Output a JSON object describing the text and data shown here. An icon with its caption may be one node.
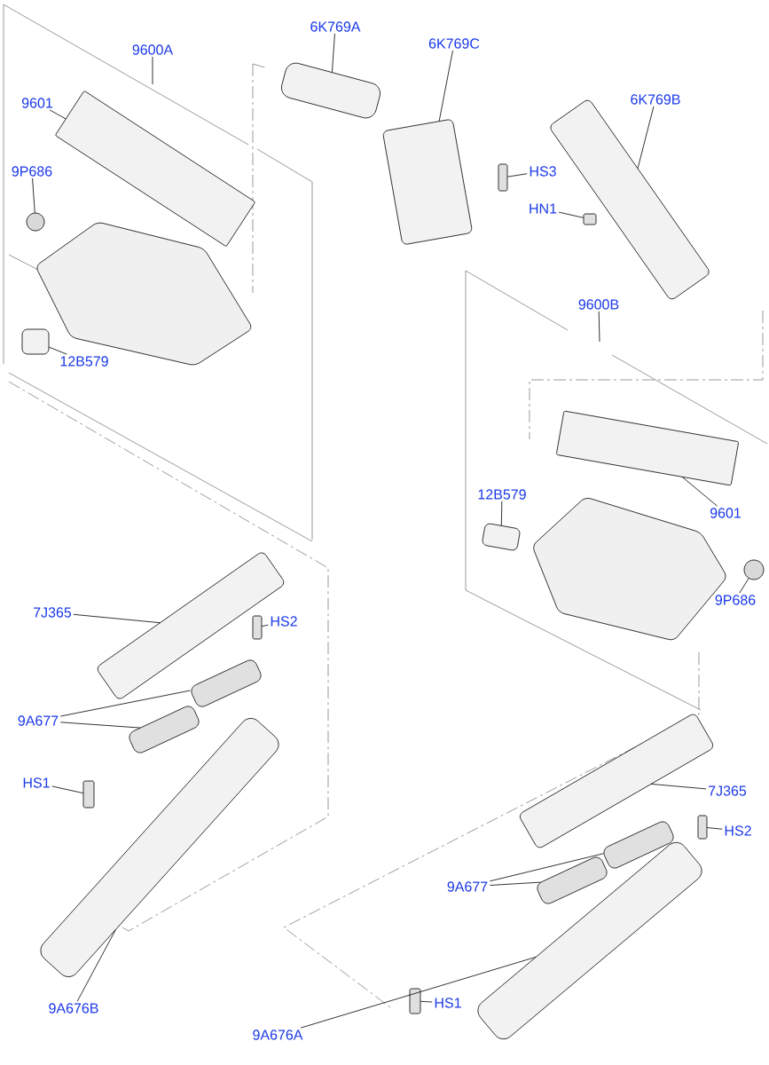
{
  "diagram": {
    "nodes": [
      {
        "text": [
          "9600A"
        ]
      },
      {
        "text": [
          "6K769A"
        ]
      },
      {
        "text": [
          "6K769C"
        ]
      },
      {
        "text": [
          "9601"
        ]
      },
      {
        "text": [
          "6K769B"
        ]
      },
      {
        "text": [
          "9P686"
        ]
      },
      {
        "text": [
          "HS3"
        ]
      },
      {
        "text": [
          "HN1"
        ]
      },
      {
        "text": [
          "12B579"
        ]
      },
      {
        "text": [
          "9600B"
        ]
      },
      {
        "text": [
          "12B579"
        ]
      },
      {
        "text": [
          "9601"
        ]
      },
      {
        "text": [
          "9P686"
        ]
      },
      {
        "text": [
          "7J365"
        ]
      },
      {
        "text": [
          "HS2"
        ]
      },
      {
        "text": [
          "9A677"
        ]
      },
      {
        "text": [
          "HS1"
        ]
      },
      {
        "text": [
          "7J365"
        ]
      },
      {
        "text": [
          "HS2"
        ]
      },
      {
        "text": [
          "9A677"
        ]
      },
      {
        "text": [
          "HS1"
        ]
      },
      {
        "text": [
          "9A676B"
        ]
      },
      {
        "text": [
          "9A676A"
        ]
      },
      {
        "text": [],
        "shape": "box"
      },
      {
        "text": [],
        "shape": "box"
      },
      {
        "text": [],
        "shape": "box"
      },
      {
        "text": [],
        "shape": "box"
      },
      {
        "text": [],
        "shape": "circle"
      },
      {
        "text": [],
        "shape": "box"
      },
      {
        "text": [],
        "shape": "box"
      },
      {
        "text": [],
        "shape": "box"
      },
      {
        "text": [],
        "shape": "box"
      },
      {
        "text": [],
        "shape": "box"
      },
      {
        "text": [],
        "shape": "circle"
      },
      {
        "text": [],
        "shape": "box"
      },
      {
        "text": [],
        "shape": "box"
      },
      {
        "text": [],
        "shape": "box"
      },
      {
        "text": [],
        "shape": "box"
      },
      {
        "text": [],
        "shape": "box"
      },
      {
        "text": [],
        "shape": "box"
      },
      {
        "text": [],
        "shape": "box"
      },
      {
        "text": [],
        "shape": "box"
      },
      {
        "text": [],
        "shape": "box"
      },
      {
        "text": [],
        "shape": "box"
      },
      {
        "text": [],
        "shape": "box"
      },
      {
        "text": [],
        "shape": "box"
      }
    ],
    "edges": [
      {
        "from": 0,
        "to": null,
        "arrow": "none"
      },
      {
        "from": 1,
        "to": 23,
        "arrow": "none"
      },
      {
        "from": 2,
        "to": 24,
        "arrow": "none"
      },
      {
        "from": 3,
        "to": 25,
        "arrow": "none"
      },
      {
        "from": 4,
        "to": 26,
        "arrow": "none"
      },
      {
        "from": 5,
        "to": 27,
        "arrow": "none"
      },
      {
        "from": 6,
        "to": 28,
        "arrow": "none"
      },
      {
        "from": 7,
        "to": 29,
        "arrow": "none"
      },
      {
        "from": 8,
        "to": 30,
        "arrow": "none"
      },
      {
        "from": 9,
        "to": null,
        "arrow": "none"
      },
      {
        "from": 10,
        "to": 32,
        "arrow": "none"
      },
      {
        "from": 11,
        "to": 31,
        "arrow": "none"
      },
      {
        "from": 12,
        "to": 33,
        "arrow": "none"
      },
      {
        "from": 13,
        "to": 34,
        "arrow": "none"
      },
      {
        "from": 14,
        "to": 35,
        "arrow": "none"
      },
      {
        "from": 15,
        "to": 36,
        "arrow": "none"
      },
      {
        "from": 15,
        "to": 37,
        "arrow": "none"
      },
      {
        "from": 16,
        "to": 38,
        "arrow": "none"
      },
      {
        "from": 17,
        "to": 40,
        "arrow": "none"
      },
      {
        "from": 18,
        "to": 41,
        "arrow": "none"
      },
      {
        "from": 19,
        "to": 42,
        "arrow": "none"
      },
      {
        "from": 19,
        "to": 43,
        "arrow": "none"
      },
      {
        "from": 20,
        "to": 44,
        "arrow": "none"
      },
      {
        "from": 21,
        "to": 39,
        "arrow": "none"
      },
      {
        "from": 22,
        "to": 45,
        "arrow": "none"
      }
    ]
  }
}
